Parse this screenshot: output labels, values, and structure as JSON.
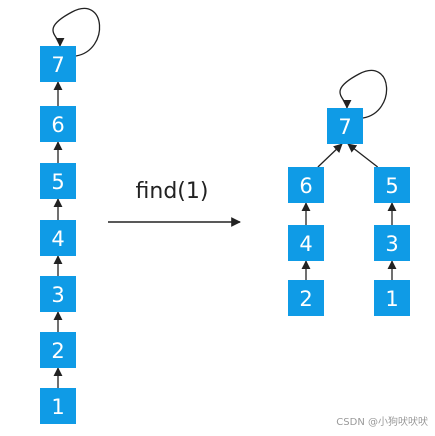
{
  "operation_label": "find(1)",
  "watermark": "CSDN @小狗吠吠吠",
  "colors": {
    "node_fill": "#0f9be6",
    "node_text": "#ffffff",
    "arrow": "#222222"
  },
  "before": {
    "nodes": [
      {
        "id": "b7",
        "label": "7"
      },
      {
        "id": "b6",
        "label": "6"
      },
      {
        "id": "b5",
        "label": "5"
      },
      {
        "id": "b4",
        "label": "4"
      },
      {
        "id": "b3",
        "label": "3"
      },
      {
        "id": "b2",
        "label": "2"
      },
      {
        "id": "b1",
        "label": "1"
      }
    ],
    "edges": [
      {
        "from": "b6",
        "to": "b7"
      },
      {
        "from": "b5",
        "to": "b6"
      },
      {
        "from": "b4",
        "to": "b5"
      },
      {
        "from": "b3",
        "to": "b4"
      },
      {
        "from": "b2",
        "to": "b3"
      },
      {
        "from": "b1",
        "to": "b2"
      }
    ],
    "self_loops": [
      "b7"
    ]
  },
  "after": {
    "nodes": [
      {
        "id": "a7",
        "label": "7"
      },
      {
        "id": "a6",
        "label": "6"
      },
      {
        "id": "a5",
        "label": "5"
      },
      {
        "id": "a4",
        "label": "4"
      },
      {
        "id": "a3",
        "label": "3"
      },
      {
        "id": "a2",
        "label": "2"
      },
      {
        "id": "a1",
        "label": "1"
      }
    ],
    "edges": [
      {
        "from": "a6",
        "to": "a7"
      },
      {
        "from": "a5",
        "to": "a7"
      },
      {
        "from": "a4",
        "to": "a6"
      },
      {
        "from": "a2",
        "to": "a4"
      },
      {
        "from": "a3",
        "to": "a5"
      },
      {
        "from": "a1",
        "to": "a3"
      }
    ],
    "self_loops": [
      "a7"
    ]
  }
}
